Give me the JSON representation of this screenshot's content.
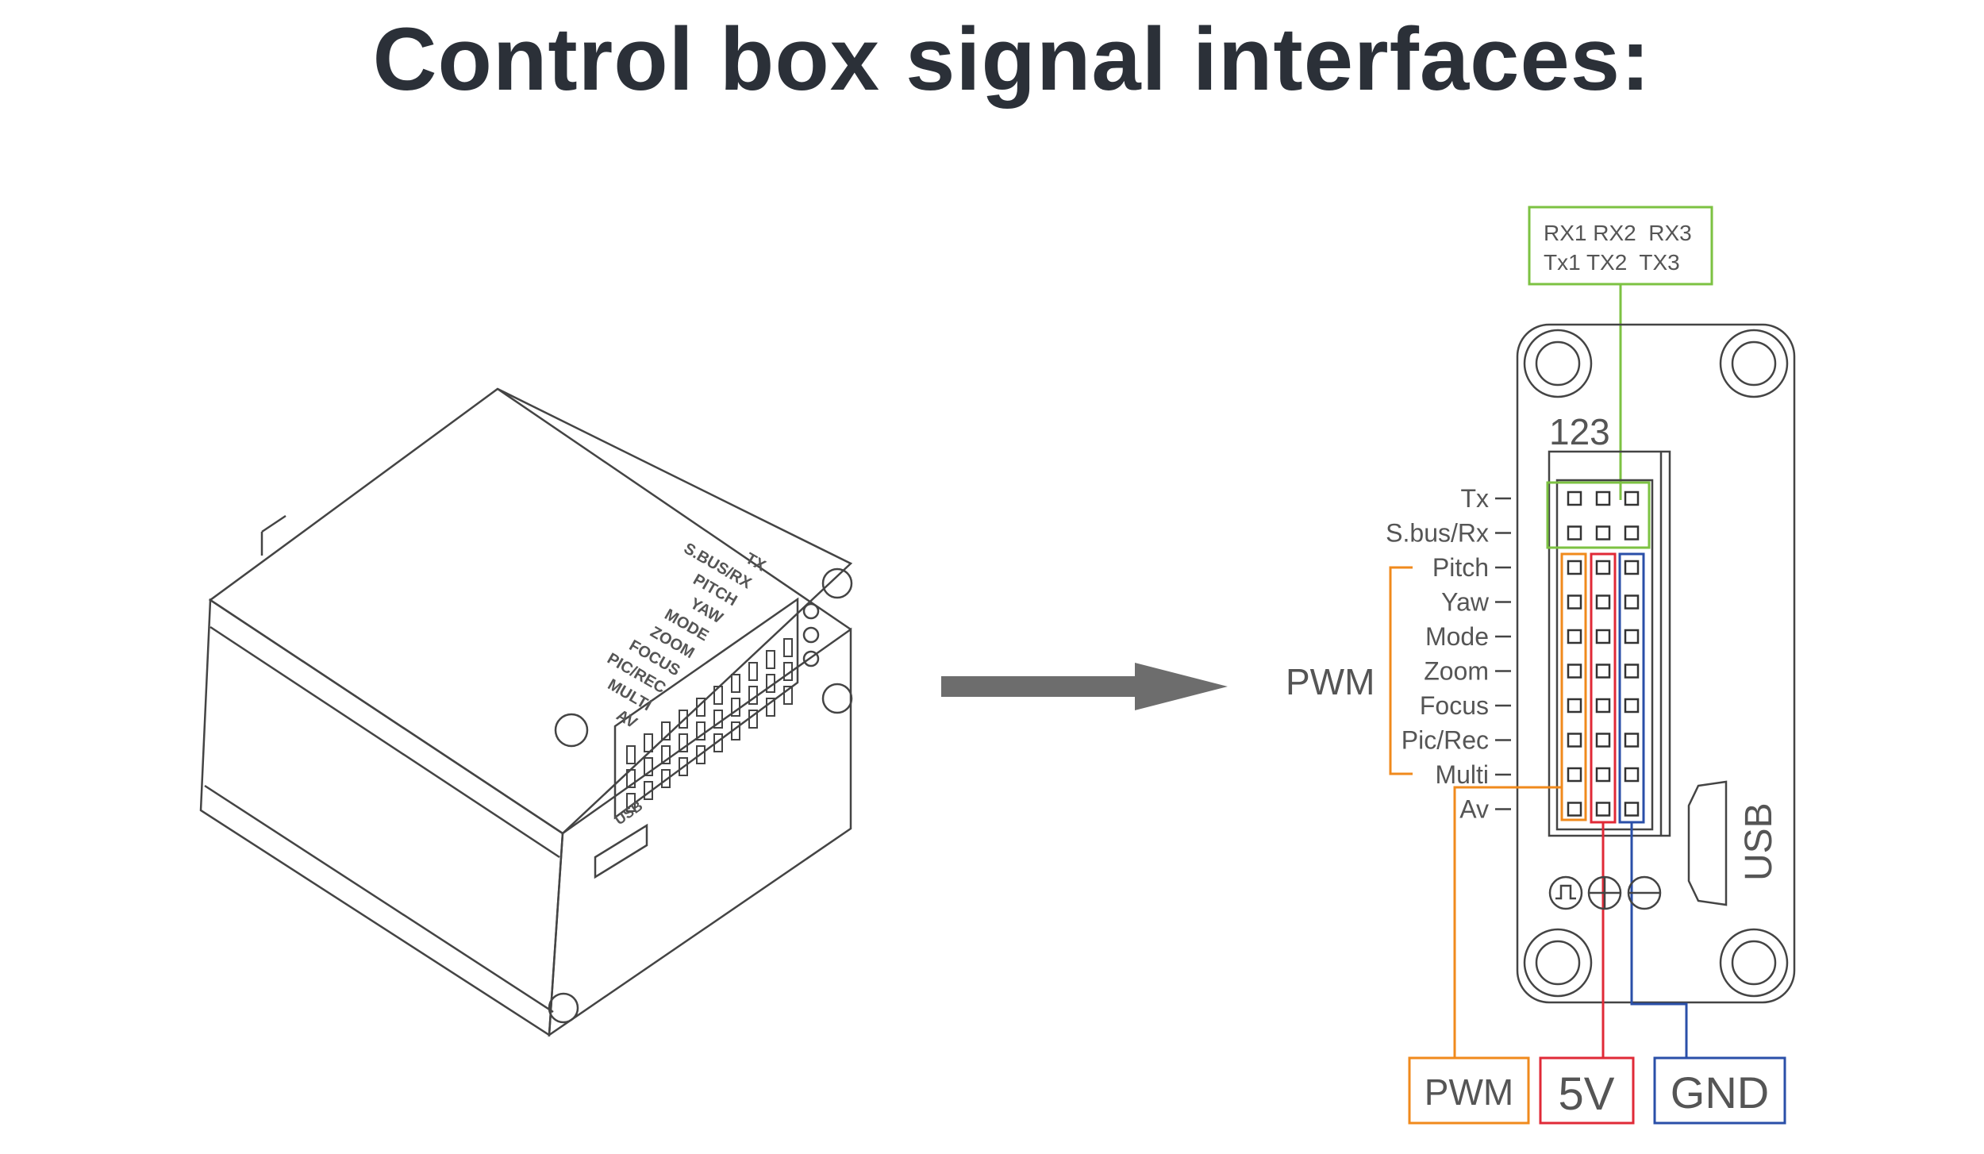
{
  "title": "Control box signal interfaces:",
  "uart_box": {
    "line1": "RX1 RX2  RX3",
    "line2": "Tx1 TX2  TX3"
  },
  "header_label": "123",
  "pin_labels": [
    "Tx",
    "S.bus/Rx",
    "Pitch",
    "Yaw",
    "Mode",
    "Zoom",
    "Focus",
    "Pic/Rec",
    "Multi",
    "Av"
  ],
  "pwm_group_label": "PWM",
  "usb_label": "USB",
  "device_labels": [
    "TX",
    "S.BUS/RX",
    "PITCH",
    "YAW",
    "MODE",
    "ZOOM",
    "FOCUS",
    "PIC/REC",
    "MULTI",
    "AV"
  ],
  "device_usb_label": "USB",
  "outputs": [
    {
      "label": "PWM",
      "color": "#f08a1c"
    },
    {
      "label": "5V",
      "color": "#e02a37"
    },
    {
      "label": "GND",
      "color": "#2a4fa8"
    }
  ],
  "colors": {
    "uart": "#7cc242",
    "pwm": "#f08a1c",
    "power": "#e02a37",
    "ground": "#2a4fa8"
  },
  "icons": [
    "pwm-signal-icon",
    "plus-icon",
    "minus-icon"
  ]
}
